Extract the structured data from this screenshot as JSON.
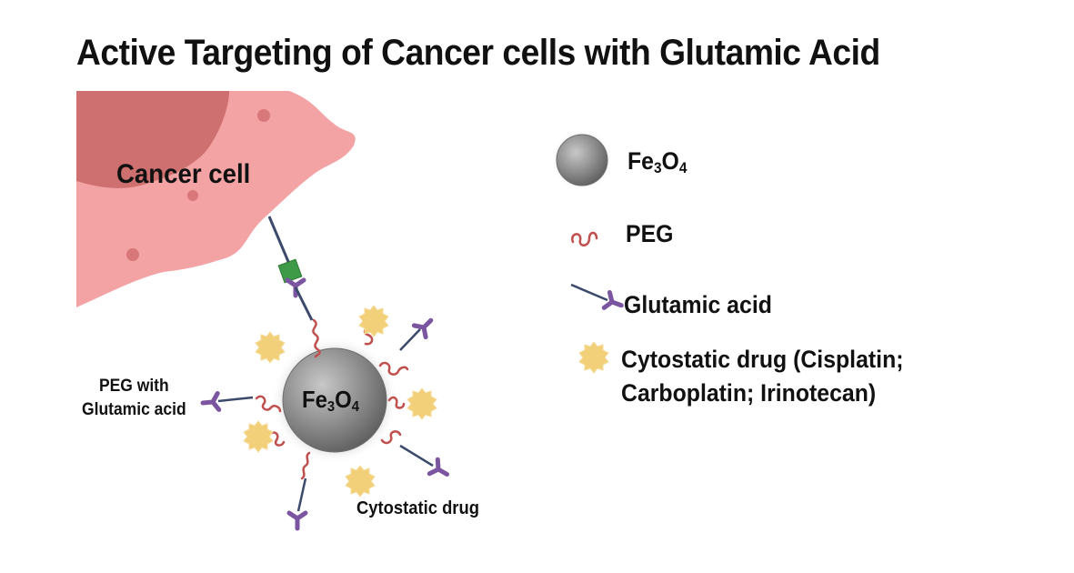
{
  "title": "Active Targeting of Cancer cells with Glutamic Acid",
  "labels": {
    "cancer_cell": "Cancer cell",
    "peg_with_line1": "PEG with",
    "peg_with_line2": "Glutamic acid",
    "cytostatic_drug": "Cytostatic drug",
    "core_base": "Fe",
    "core_sub1": "3",
    "core_mid": "O",
    "core_sub2": "4"
  },
  "legend": {
    "fe3o4": {
      "base": "Fe",
      "sub1": "3",
      "mid": "O",
      "sub2": "4"
    },
    "peg": "PEG",
    "glutamic_acid": "Glutamic acid",
    "cytostatic_line1": "Cytostatic drug (Cisplatin;",
    "cytostatic_line2": "Carboplatin; Irinotecan)"
  },
  "colors": {
    "cell_outer": "#f4a3a5",
    "cell_nucleus": "#cf7070",
    "cell_dot": "#d9787a",
    "peg": "#c0504d",
    "glutamic_acid": "#7b55a0",
    "linker": "#3b4a6b",
    "receptor": "#3e9a47",
    "drug": "#f2cf79",
    "core": "#8c8c8c"
  }
}
